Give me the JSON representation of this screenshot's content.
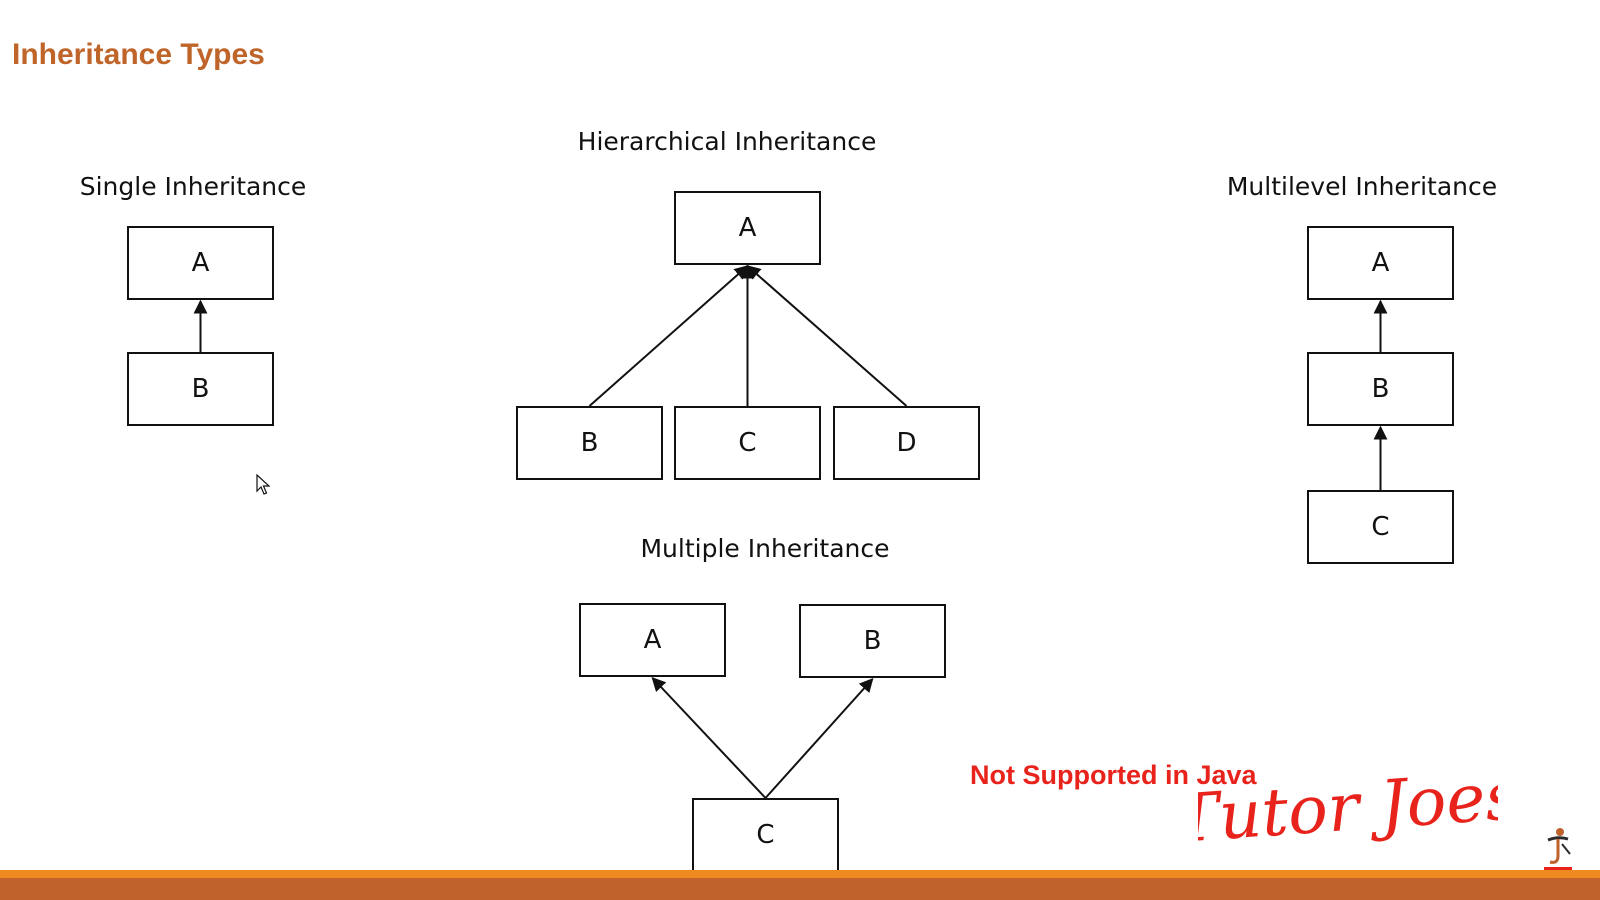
{
  "title": "Inheritance Types",
  "colors": {
    "title": "#c0652a",
    "note": "#e8231c",
    "logo": "#e8231c",
    "bar_light": "#ef8a21",
    "bar_dark": "#c0622b"
  },
  "sections": {
    "single": {
      "label": "Single Inheritance",
      "nodes": {
        "a": "A",
        "b": "B"
      }
    },
    "hierarchical": {
      "label": "Hierarchical Inheritance",
      "nodes": {
        "a": "A",
        "b": "B",
        "c": "C",
        "d": "D"
      }
    },
    "multilevel": {
      "label": "Multilevel Inheritance",
      "nodes": {
        "a": "A",
        "b": "B",
        "c": "C"
      }
    },
    "multiple": {
      "label": "Multiple Inheritance",
      "nodes": {
        "a": "A",
        "b": "B",
        "c": "C"
      },
      "note": "Not Supported in Java"
    }
  },
  "edges": [
    {
      "section": "single",
      "from": "b",
      "to": "a"
    },
    {
      "section": "hierarchical",
      "from": "b",
      "to": "a"
    },
    {
      "section": "hierarchical",
      "from": "c",
      "to": "a"
    },
    {
      "section": "hierarchical",
      "from": "d",
      "to": "a"
    },
    {
      "section": "multilevel",
      "from": "b",
      "to": "a"
    },
    {
      "section": "multilevel",
      "from": "c",
      "to": "b"
    },
    {
      "section": "multiple",
      "from": "c",
      "to": "a"
    },
    {
      "section": "multiple",
      "from": "c",
      "to": "b"
    }
  ],
  "branding": {
    "logo_text": "Tutor Joes",
    "logo_icon": "tutor-joes-figure-icon"
  },
  "icons": {
    "cursor": "mouse-pointer-icon"
  }
}
